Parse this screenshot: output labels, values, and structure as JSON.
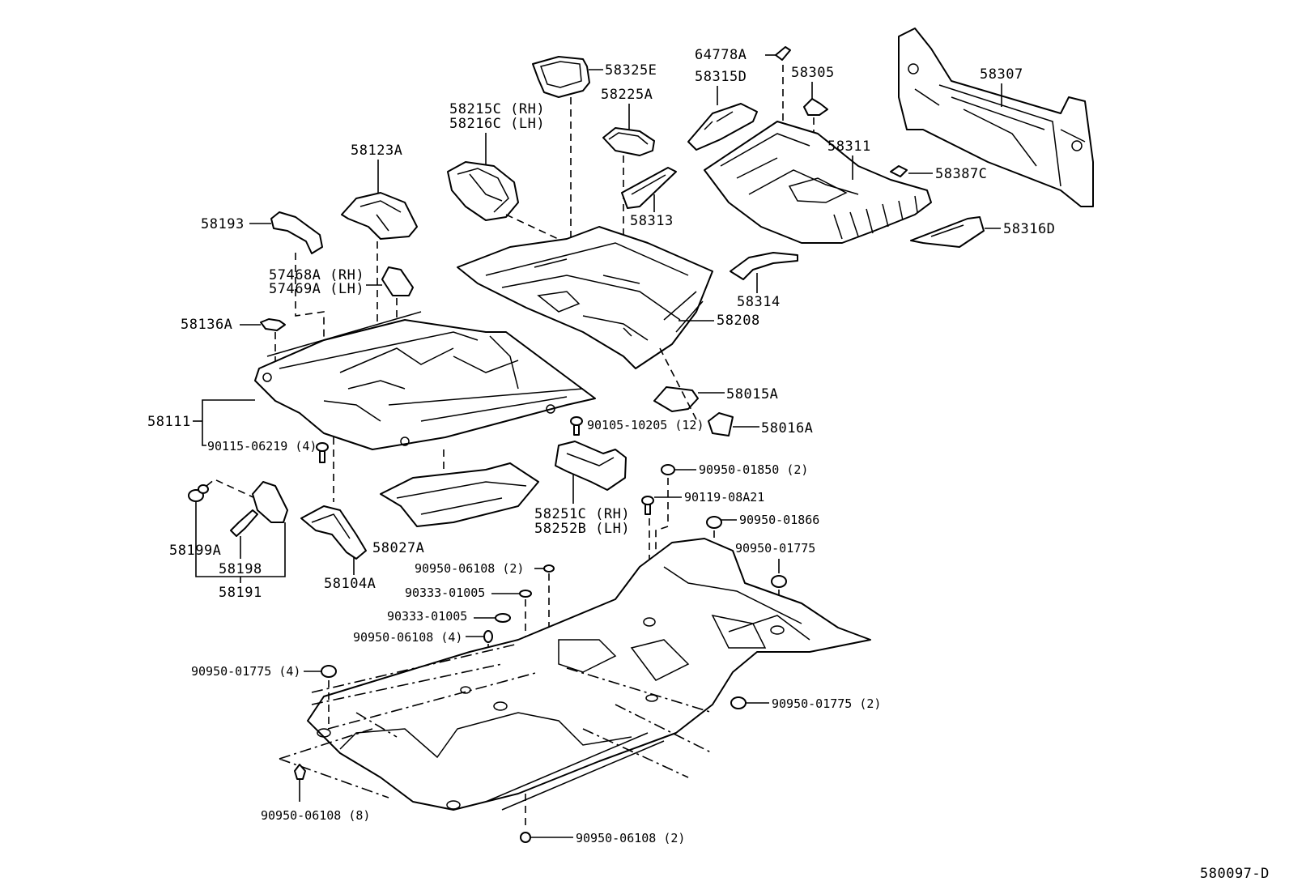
{
  "diagram": {
    "title": "Floor Pan & Lower Back Panel Parts Diagram",
    "figure_code": "580097-D",
    "colors": {
      "line": "#000000",
      "background": "#ffffff"
    }
  },
  "callouts": {
    "p58325E": "58325E",
    "p58225A": "58225A",
    "p58215C": "58215C (RH)",
    "p58216C": "58216C (LH)",
    "p64778A": "64778A",
    "p58315D": "58315D",
    "p58305": "58305",
    "p58307": "58307",
    "p58311": "58311",
    "p58387C": "58387C",
    "p58313": "58313",
    "p58316D": "58316D",
    "p58314": "58314",
    "p58208": "58208",
    "p58123A": "58123A",
    "p58193": "58193",
    "p57468A": "57468A (RH)",
    "p57469A": "57469A (LH)",
    "p58136A": "58136A",
    "p58111": "58111",
    "p90115": "90115-06219 (4)",
    "p58015A": "58015A",
    "p58016A": "58016A",
    "p90105": "90105-10205 (12)",
    "p58251C": "58251C (RH)",
    "p58252B": "58252B (LH)",
    "p58199A": "58199A",
    "p58198": "58198",
    "p58191": "58191",
    "p58104A": "58104A",
    "p58027A": "58027A",
    "p90950_01850": "90950-01850 (2)",
    "p90119": "90119-08A21",
    "p90950_01866": "90950-01866",
    "p90950_01775_a": "90950-01775",
    "p90950_06108_2a": "90950-06108 (2)",
    "p90333_a": "90333-01005",
    "p90333_b": "90333-01005",
    "p90950_06108_4": "90950-06108 (4)",
    "p90950_01775_4": "90950-01775 (4)",
    "p90950_01775_2": "90950-01775 (2)",
    "p90950_06108_8": "90950-06108 (8)",
    "p90950_06108_2b": "90950-06108 (2)"
  }
}
